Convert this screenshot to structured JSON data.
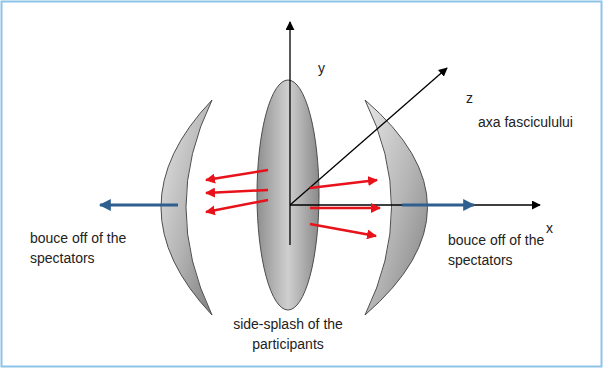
{
  "diagram": {
    "labels": [
      "y",
      "z",
      "axa fasciculului",
      "x",
      "bouce off of the spectators",
      "side-splash of the participants",
      "bouce off of the spectators"
    ]
  }
}
